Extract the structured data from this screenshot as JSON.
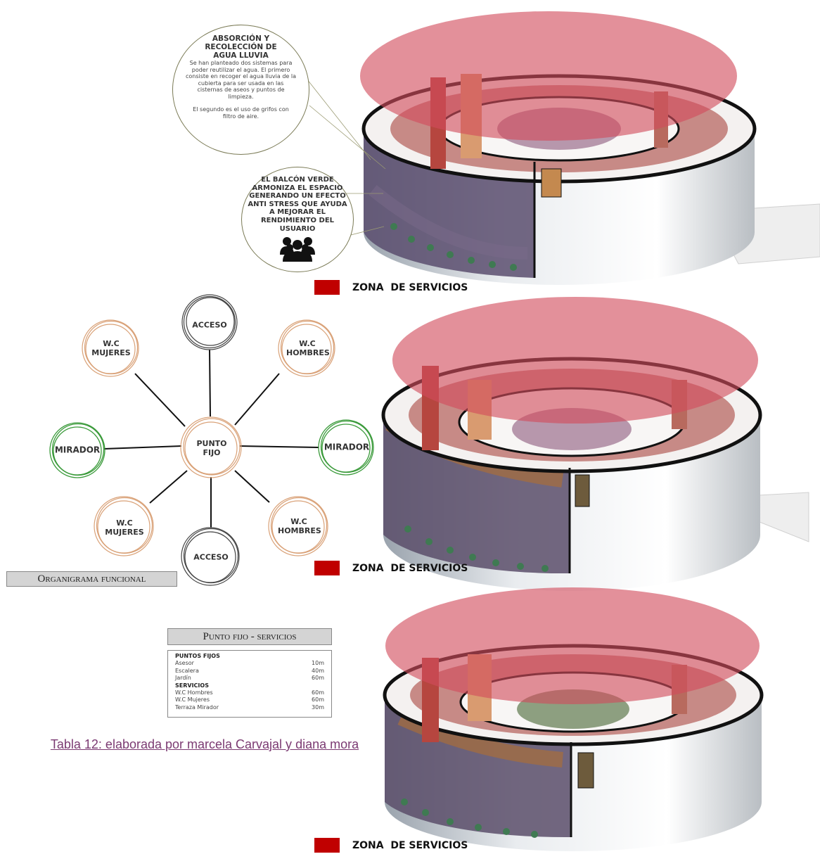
{
  "callout_water": {
    "title": "ABSORCIÓN Y RECOLECCIÓN DE AGUA LLUVIA",
    "text1": "Se han planteado dos sistemas para poder reutilizar el agua. El primero consiste en recoger el agua lluvia de la cubierta para ser usada en las cisternas de aseos y puntos de limpieza.",
    "text2": "El segundo es el uso de grifos con filtro de aire."
  },
  "callout_balcony": {
    "title": "EL BALCÓN VERDE ARMONIZA EL ESPACIO GENERANDO UN EFECTO ANTI STRESS QUE AYUDA A MEJORAR EL RENDIMIENTO DEL USUARIO",
    "icon": "people-group-icon"
  },
  "legend": {
    "label": "ZONA  DE SERVICIOS",
    "color": "#c00000"
  },
  "organigram": {
    "center": "PUNTO FIJO",
    "nodes": {
      "top": "ACCESO",
      "top_left": "W.C MUJERES",
      "top_right": "W.C HOMBRES",
      "left": "MIRADOR",
      "right": "MIRADOR",
      "bottom_left": "W.C MUJERES",
      "bottom": "ACCESO",
      "bottom_right": "W.C HOMBRES"
    },
    "colors": {
      "access": "#444444",
      "wc": "#d9a177",
      "mirador": "#3a9a3a"
    },
    "label": "Organigrama funcional"
  },
  "table": {
    "title": "Punto fijo - servicios",
    "sections": [
      {
        "header": "PUNTOS FIJOS",
        "rows": [
          [
            "Asesor",
            "10m"
          ],
          [
            "Escalera",
            "40m"
          ],
          [
            "Jardín",
            "60m"
          ]
        ]
      },
      {
        "header": "SERVICIOS",
        "rows": [
          [
            "W.C Hombres",
            "60m"
          ],
          [
            "W.C Mujeres",
            "60m"
          ],
          [
            "Terraza Mirador",
            "30m"
          ]
        ]
      }
    ]
  },
  "caption": "Tabla 12: elaborada por marcela Carvajal y diana mora"
}
